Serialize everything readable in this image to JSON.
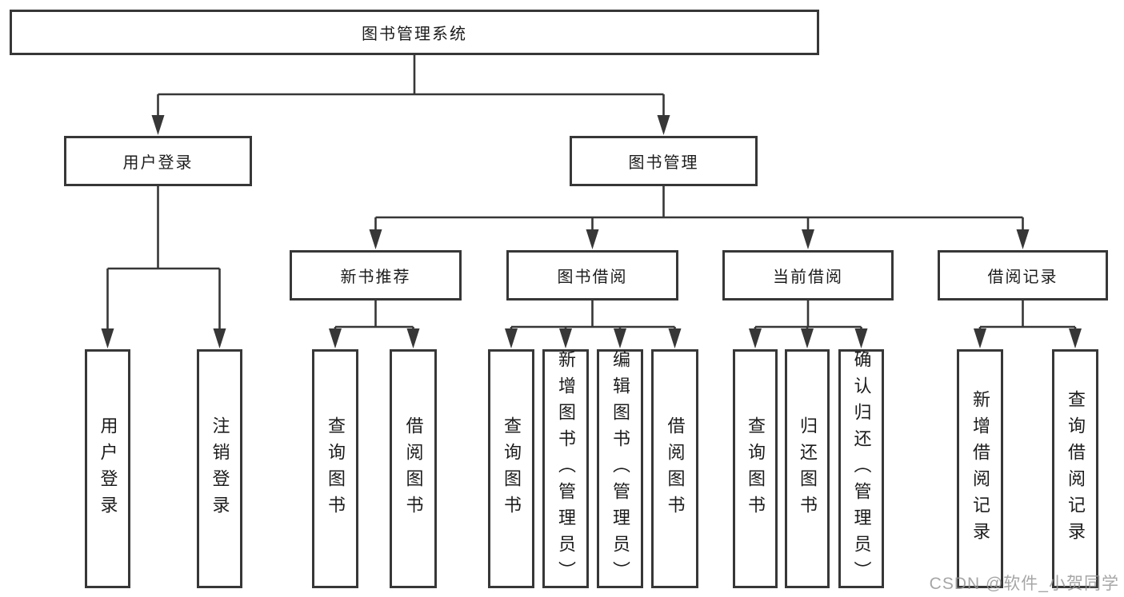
{
  "nodes": {
    "root": {
      "label": "图书管理系统"
    },
    "user_login": {
      "label": "用户登录"
    },
    "book_mgmt": {
      "label": "图书管理"
    },
    "new_books": {
      "label": "新书推荐"
    },
    "book_borrow": {
      "label": "图书借阅"
    },
    "current_borrow": {
      "label": "当前借阅"
    },
    "borrow_records": {
      "label": "借阅记录"
    },
    "ul_user_login": {
      "label": "用户登录"
    },
    "ul_logout": {
      "label": "注销登录"
    },
    "nb_query_books": {
      "label": "查询图书"
    },
    "nb_borrow_books": {
      "label": "借阅图书"
    },
    "bb_query_books": {
      "label": "查询图书"
    },
    "bb_add_books": {
      "label": "新增图书（管理员）"
    },
    "bb_edit_books": {
      "label": "编辑图书（管理员）"
    },
    "bb_borrow_books": {
      "label": "借阅图书"
    },
    "cb_query_books": {
      "label": "查询图书"
    },
    "cb_return_books": {
      "label": "归还图书"
    },
    "cb_confirm_return": {
      "label": "确认归还（管理员）"
    },
    "br_add_record": {
      "label": "新增借阅记录"
    },
    "br_query_record": {
      "label": "查询借阅记录"
    }
  },
  "watermark": {
    "text": "CSDN @软件_小贺同学"
  },
  "colors": {
    "line": "#373737",
    "text": "#1c1c1c",
    "box_background": "#ffffff",
    "watermark": "#969696",
    "background": "#ffffff"
  }
}
